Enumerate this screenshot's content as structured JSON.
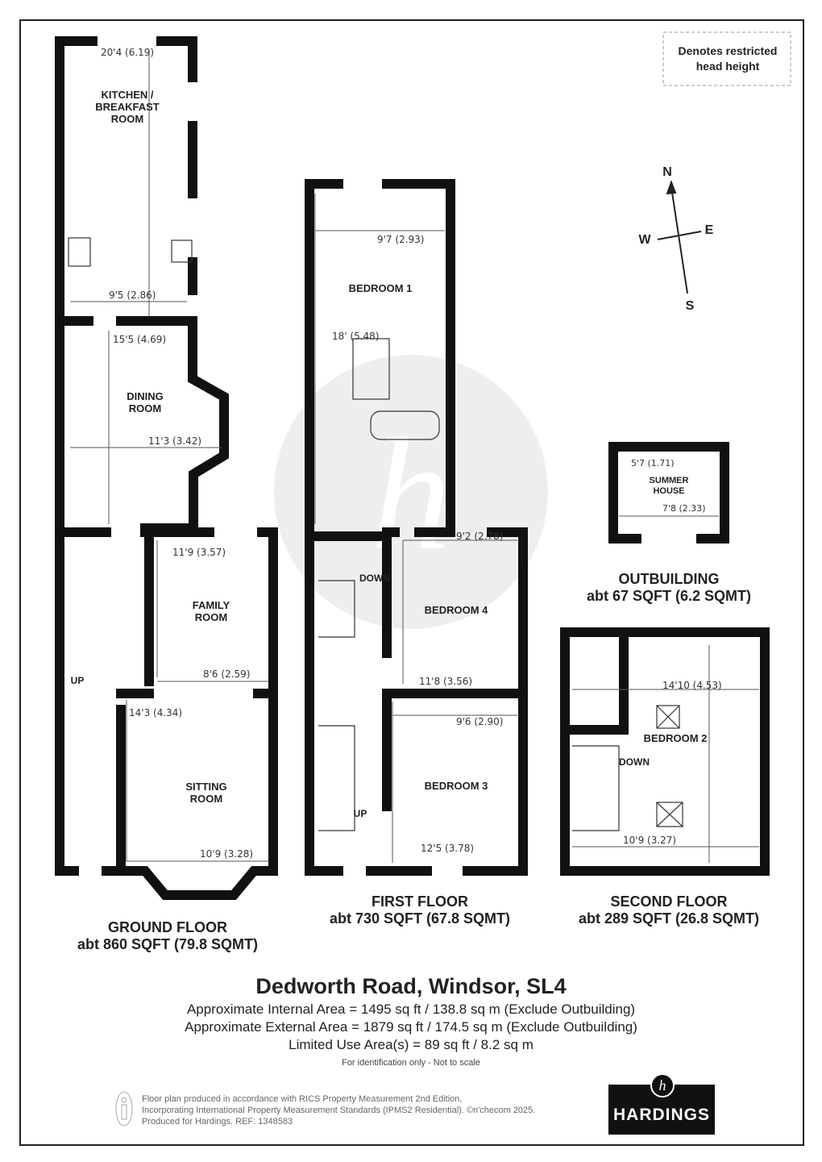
{
  "legend": {
    "restricted_head_height": "Denotes restricted head height"
  },
  "compass": {
    "n": "N",
    "e": "E",
    "s": "S",
    "w": "W"
  },
  "rooms": {
    "kitchen": {
      "name": "KITCHEN / BREAKFAST ROOM",
      "length": "20'4 (6.19)",
      "width": "9'5 (2.86)"
    },
    "dining": {
      "name": "DINING ROOM",
      "length": "15'5 (4.69)",
      "width": "11'3 (3.42)"
    },
    "family": {
      "name": "FAMILY ROOM",
      "length": "11'9 (3.57)",
      "width": "8'6 (2.59)"
    },
    "sitting": {
      "name": "SITTING ROOM",
      "length": "14'3 (4.34)",
      "width": "10'9 (3.28)"
    },
    "bedroom1": {
      "name": "BEDROOM 1",
      "width": "9'7 (2.93)",
      "length": "18' (5.48)"
    },
    "bedroom4": {
      "name": "BEDROOM 4",
      "width": "9'2 (2.78)",
      "length": "11'8 (3.56)"
    },
    "bedroom3": {
      "name": "BEDROOM 3",
      "width": "9'6 (2.90)",
      "length": "12'5 (3.78)"
    },
    "bedroom2": {
      "name": "BEDROOM 2",
      "width": "14'10 (4.53)",
      "length": "10'9 (3.27)"
    },
    "summer": {
      "name": "SUMMER HOUSE",
      "length": "5'7 (1.71)",
      "width": "7'8 (2.33)"
    }
  },
  "stairs": {
    "up": "UP",
    "down": "DOWN"
  },
  "floors": {
    "ground": {
      "name": "GROUND FLOOR",
      "area": "abt 860 SQFT (79.8 SQMT)"
    },
    "first": {
      "name": "FIRST FLOOR",
      "area": "abt 730 SQFT (67.8 SQMT)"
    },
    "second": {
      "name": "SECOND FLOOR",
      "area": "abt 289 SQFT (26.8 SQMT)"
    },
    "outbuilding": {
      "name": "OUTBUILDING",
      "area": "abt 67 SQFT (6.2 SQMT)"
    }
  },
  "summary": {
    "address": "Dedworth Road, Windsor, SL4",
    "internal": "Approximate Internal Area = 1495 sq ft / 138.8 sq m (Exclude Outbuilding)",
    "external": "Approximate External Area = 1879 sq ft / 174.5 sq m (Exclude Outbuilding)",
    "limited": "Limited Use Area(s) = 89 sq ft / 8.2 sq m",
    "disclaimer": "For identification only - Not to scale"
  },
  "footer": {
    "line1": "Floor plan produced in accordance with RICS Property Measurement 2nd Edition,",
    "line2": "Incorporating International Property Measurement Standards (IPMS2 Residential).   ©n'checom 2025.",
    "line3": "Produced for Hardings.   REF:   1348583",
    "brand": "HARDINGS"
  }
}
